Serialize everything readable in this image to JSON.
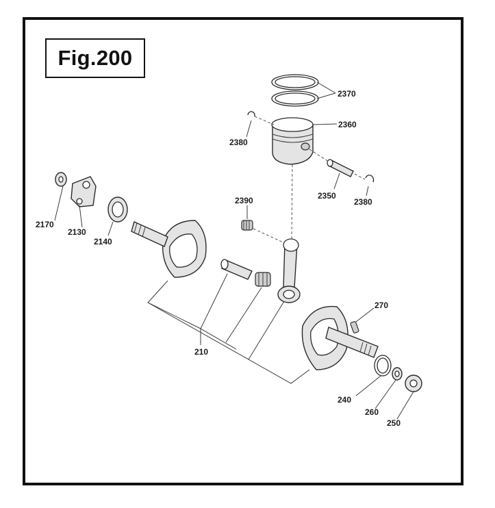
{
  "figure": {
    "title": "Fig.200"
  },
  "parts": {
    "p2370": "2370",
    "p2360": "2360",
    "p2380a": "2380",
    "p2380b": "2380",
    "p2350": "2350",
    "p2390": "2390",
    "p2170": "2170",
    "p2130": "2130",
    "p2140": "2140",
    "p270": "270",
    "p210": "210",
    "p240": "240",
    "p260": "260",
    "p250": "250"
  }
}
